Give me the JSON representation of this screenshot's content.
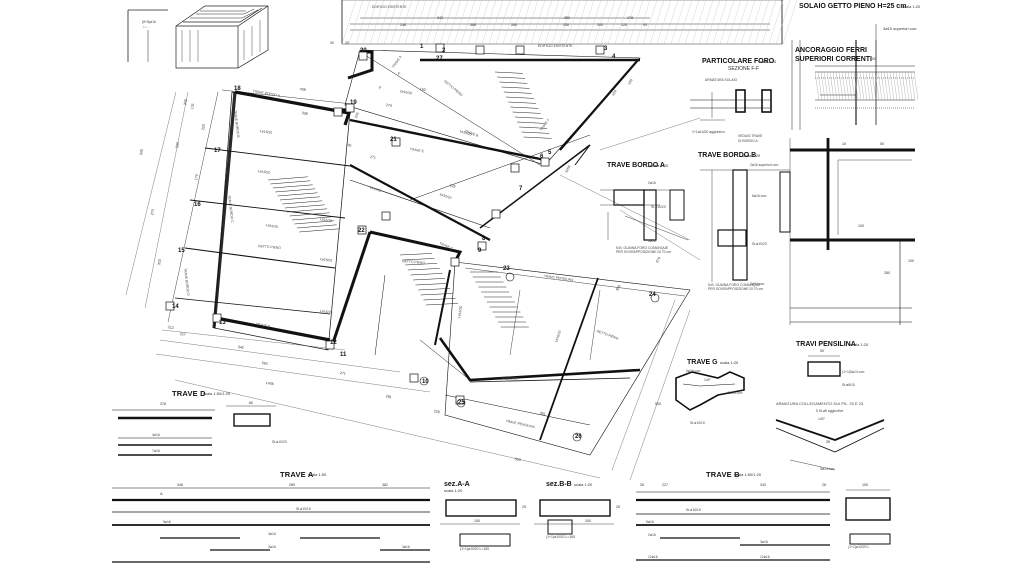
{
  "drawing": {
    "solaio": {
      "title": "SOLAIO GETTO PIENO H=25 cm",
      "scale": "scala 1:20",
      "note": "3ø10 superiori corr."
    },
    "ancoraggio": {
      "title_line1": "ANCORAGGIO FERRI",
      "title_line2": "SUPERIORI CORRENTI",
      "dim": "100"
    },
    "particolare_foro": {
      "title": "PARTICOLARE FORO",
      "scale": "scala 1:20",
      "section": "SEZIONE F-F",
      "armatura": "ARMATURA SOLAIO",
      "vedasi_line1": "VEDASI TRAVE",
      "vedasi_line2": "DI BORDO A",
      "rebar": "1+1ø10/20 aggiuntivo"
    },
    "trave_bordo_a": {
      "title": "TRAVE BORDO A",
      "scale": "scala 1:20",
      "rebar_top": "2ø16",
      "stirrup": "St.ø10/20",
      "rebar_bottom": "3ø16",
      "note1": "N.B. GUAINA FORO COMUNQUE",
      "note2": "PER SOVRAPPOSIZIONE DI 70 cm"
    },
    "trave_bordo_b": {
      "title": "TRAVE BORDO B",
      "scale": "scala 1:20",
      "rebar_top": "2ø16 superiori corr.",
      "rebar_mid": "6ø16 corr.",
      "stirrup": "St.ø10/20",
      "rebar_bottom": "2ø16 corr.",
      "note1": "N.B. GUAINA FORO COMUNQUE",
      "note2": "PER SOVRAPPOSIZIONE DI 70 cm"
    },
    "trave_g": {
      "title": "TRAVE G",
      "scale": "scala 1:20",
      "rebar_top": "6ø16 corr.",
      "rebar_mid": "3ø14 corr.",
      "stirrup": "St.ø10/15",
      "angle": "140°"
    },
    "travi_pensilina": {
      "title": "TRAVI PENSILINA",
      "scale": "scala 1:20",
      "rebar": "(1+1)5ø14 corr.",
      "stirrup": "St.ø8/15",
      "dim": "50",
      "armatura_line": "ARMATURA COLLEGAMENTO SUI PIL. 25 E 23",
      "rebar2": "5 St.ø8 aggiuntive",
      "angle": "140°",
      "dim2": "35",
      "rebar3": "5ø14 corr."
    },
    "trave_d": {
      "title": "TRAVE D",
      "scale": "scala 1:50/1:20",
      "dims": [
        "378",
        "60"
      ],
      "rebar1": "4ø16",
      "rebar2": "7ø16",
      "stirrup": "St.ø10/20"
    },
    "trave_a": {
      "title": "TRAVE A",
      "scale": "scala 1:50",
      "dims": [
        "346",
        "289",
        "382"
      ],
      "stirrup": "St.ø10/15",
      "rebar": [
        "5ø16",
        "3ø16",
        "3ø16",
        "3ø16"
      ],
      "marker": "A"
    },
    "sec_aa": {
      "title": "sez.A-A",
      "scale": "scala 1:20",
      "dims": [
        "100",
        "25"
      ]
    },
    "sec_bb": {
      "title": "sez.B-B",
      "scale": "scala 1:20",
      "dims": [
        "100",
        "25"
      ],
      "rebar": "(1+1)ø10/20 L=165",
      "rebar2": "(1+1)ø10/20 L=165"
    },
    "trave_b": {
      "title": "TRAVE B",
      "scale": "scala 1:50/1:20",
      "dims": [
        "26",
        "227",
        "343",
        "26",
        "100"
      ],
      "stirrup": "St.ø10/15",
      "rebar": [
        "5ø16",
        "2ø16",
        "3ø16",
        "12ø16",
        "12ø16"
      ],
      "rebar_sec": "(1+1)ø10/20 L"
    },
    "top_strip": {
      "edificio1": "EDIFICIO ESISTENTE",
      "edificio2": "EDIFICIO ESISTENTE",
      "dims": [
        "343",
        "350",
        "250",
        "178",
        "246",
        "368",
        "260",
        "100",
        "125",
        "93"
      ],
      "legend": "(8+8)ø16",
      "legend2": "L=...",
      "dims_left": [
        "30",
        "20"
      ]
    },
    "plan": {
      "nodes": [
        "20",
        "1",
        "2",
        "3",
        "4",
        "5",
        "6",
        "7",
        "8",
        "9",
        "10",
        "11",
        "12",
        "13",
        "14",
        "15",
        "16",
        "17",
        "18",
        "19",
        "21",
        "22",
        "23",
        "24",
        "25",
        "26",
        "27"
      ],
      "beams": [
        "TRAVE BORDO A",
        "TRAVE BORDO B",
        "TRAVE BORDO C",
        "TRAVE BORDO D",
        "TRAVE D",
        "TRAVE A",
        "TRAVE B",
        "TRAVE C",
        "TRAVE E",
        "TRAVE F",
        "TRAVE G",
        "TRAVE PENSILINA",
        "TRAVE PENSILINA"
      ],
      "area_labels": [
        "GETTO PIENO",
        "GETTO PIENO",
        "GETTO PIENO",
        "GETTO PIENO"
      ],
      "rebar_labels": [
        "1ø16/20",
        "1ø16/20",
        "1ø16/20",
        "1ø16/20",
        "1ø16/20",
        "1ø16/20",
        "1ø16/20",
        "1ø16/20",
        "1ø16/20",
        "1ø16/20",
        "1ø16/20",
        "1ø16/20",
        "1ø16/20"
      ],
      "dims_left": [
        "345",
        "270",
        "323",
        "345",
        "170",
        "223",
        "212",
        "131",
        "232"
      ],
      "dims_bottom": [
        "217",
        "342",
        "562",
        "1406",
        "271",
        "503",
        "229",
        "550",
        "281",
        "361"
      ],
      "dims_right": [
        "1155",
        "670",
        "310",
        "150",
        "850"
      ],
      "dims_top": [
        "438",
        "338",
        "376",
        "271",
        "122",
        "191",
        "162",
        "270"
      ],
      "foro_labels": [
        "F",
        "F"
      ]
    },
    "mid_detail": {
      "dims": [
        "15",
        "100",
        "100",
        "280",
        "50"
      ]
    }
  }
}
